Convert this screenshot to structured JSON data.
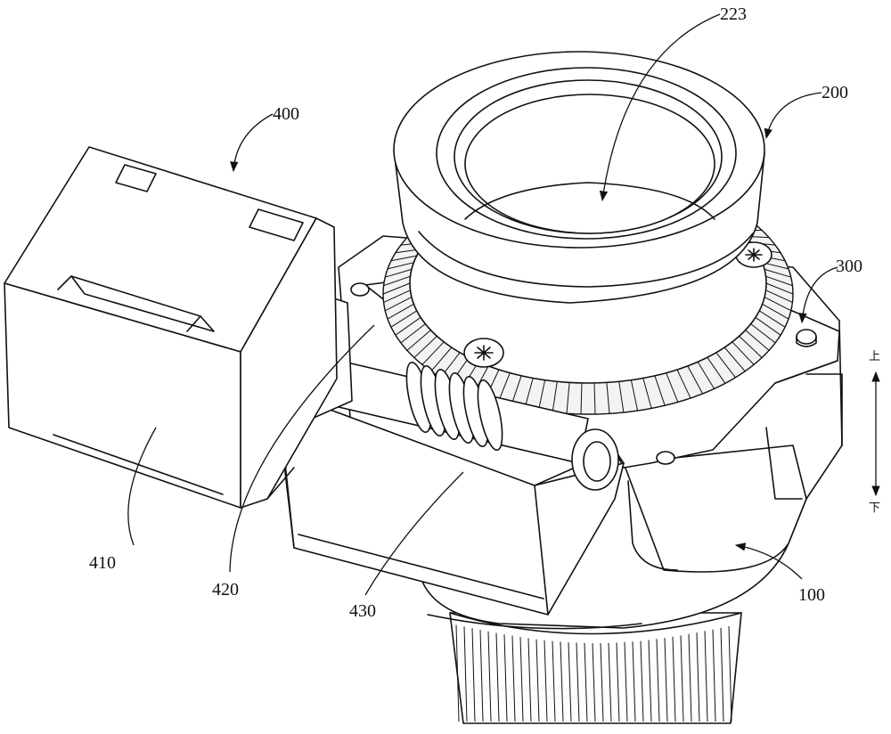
{
  "labels": {
    "r223": "223",
    "r200": "200",
    "r400": "400",
    "r300": "300",
    "r410": "410",
    "r420": "420",
    "r430": "430",
    "r100": "100"
  },
  "direction": {
    "up": "上",
    "down": "下"
  }
}
